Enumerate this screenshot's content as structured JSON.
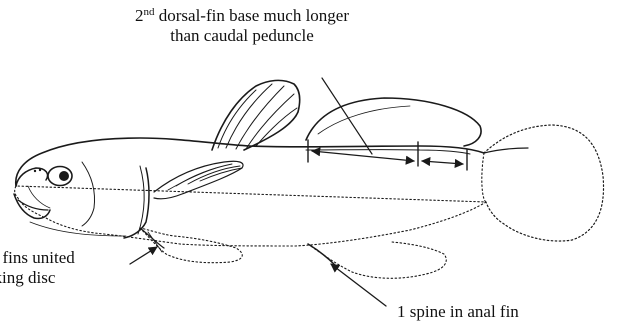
{
  "annotations": {
    "dorsal_fin": {
      "ordinal": "2",
      "ordinal_suffix": "nd",
      "line1_rest": " dorsal-fin base much longer",
      "line2": "than caudal peduncle"
    },
    "pelvic_fins": {
      "line1": "ic fins united",
      "line2": "cking disc"
    },
    "anal_fin": {
      "text": "1 spine in anal fin"
    }
  },
  "colors": {
    "ink": "#1a1a1a",
    "background": "#ffffff"
  }
}
